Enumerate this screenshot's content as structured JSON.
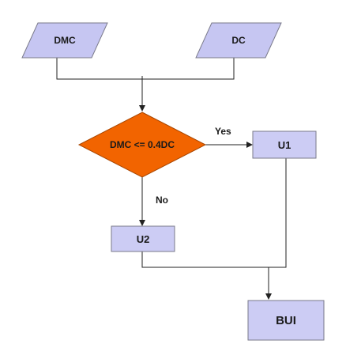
{
  "diagram": {
    "inputs": {
      "dmc": "DMC",
      "dc": "DC"
    },
    "decision": {
      "condition": "DMC <= 0.4DC",
      "yes_label": "Yes",
      "no_label": "No"
    },
    "processes": {
      "u1": "U1",
      "u2": "U2"
    },
    "output": "BUI"
  }
}
